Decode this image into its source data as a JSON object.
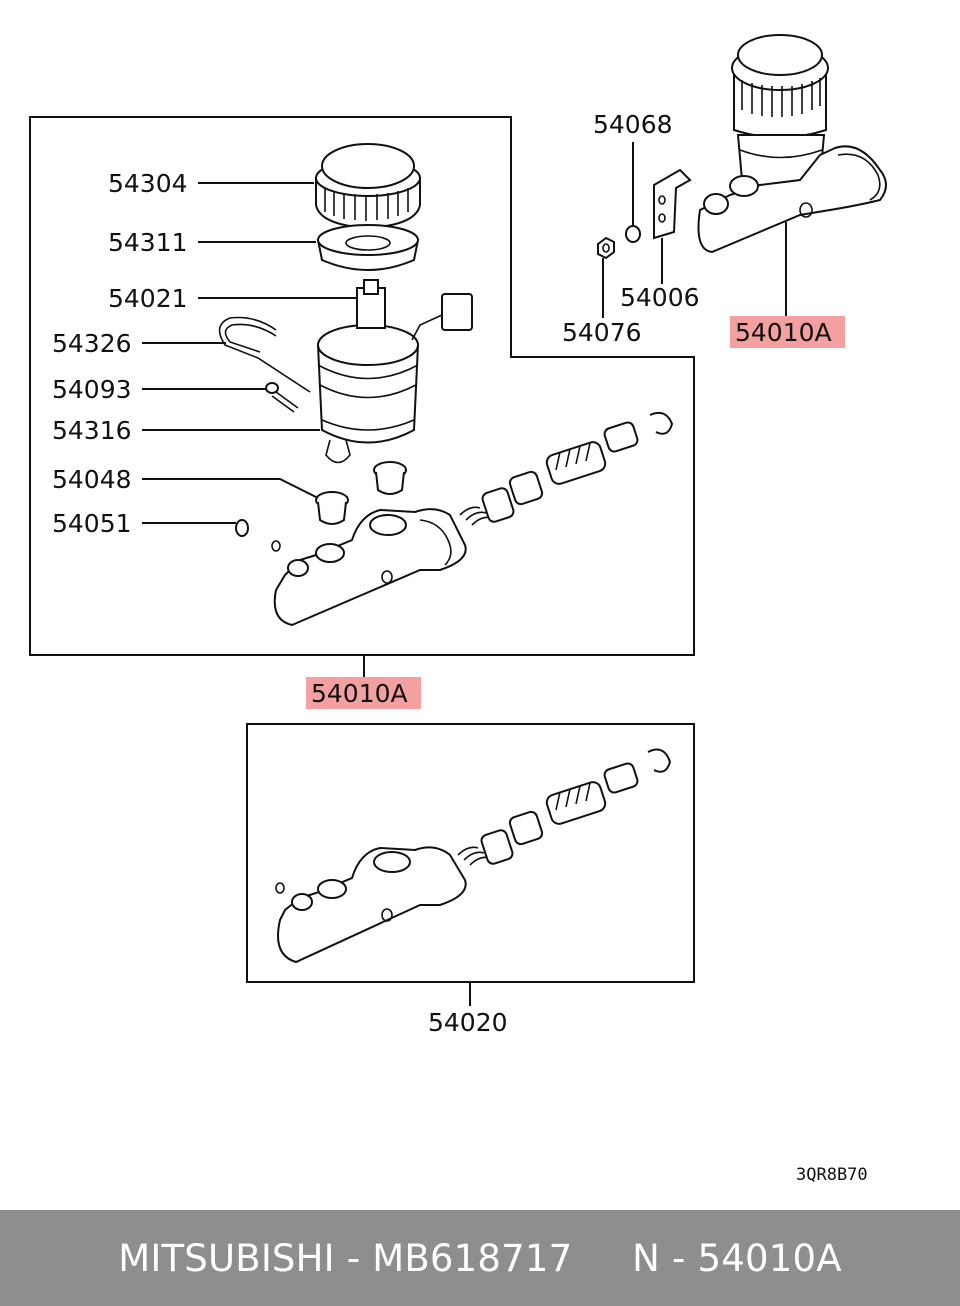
{
  "diagram": {
    "labels": {
      "p54304": "54304",
      "p54311": "54311",
      "p54021": "54021",
      "p54326": "54326",
      "p54093": "54093",
      "p54316": "54316",
      "p54048": "54048",
      "p54051": "54051",
      "p54068": "54068",
      "p54006": "54006",
      "p54076": "54076",
      "p54010a_top": "54010A",
      "p54010a_mid": "54010A",
      "p54020": "54020"
    },
    "diagram_code": "3QR8B70",
    "highlight_color": "#f4a0a0"
  },
  "footer": {
    "text": "MITSUBISHI - MB618717     N - 54010A"
  }
}
